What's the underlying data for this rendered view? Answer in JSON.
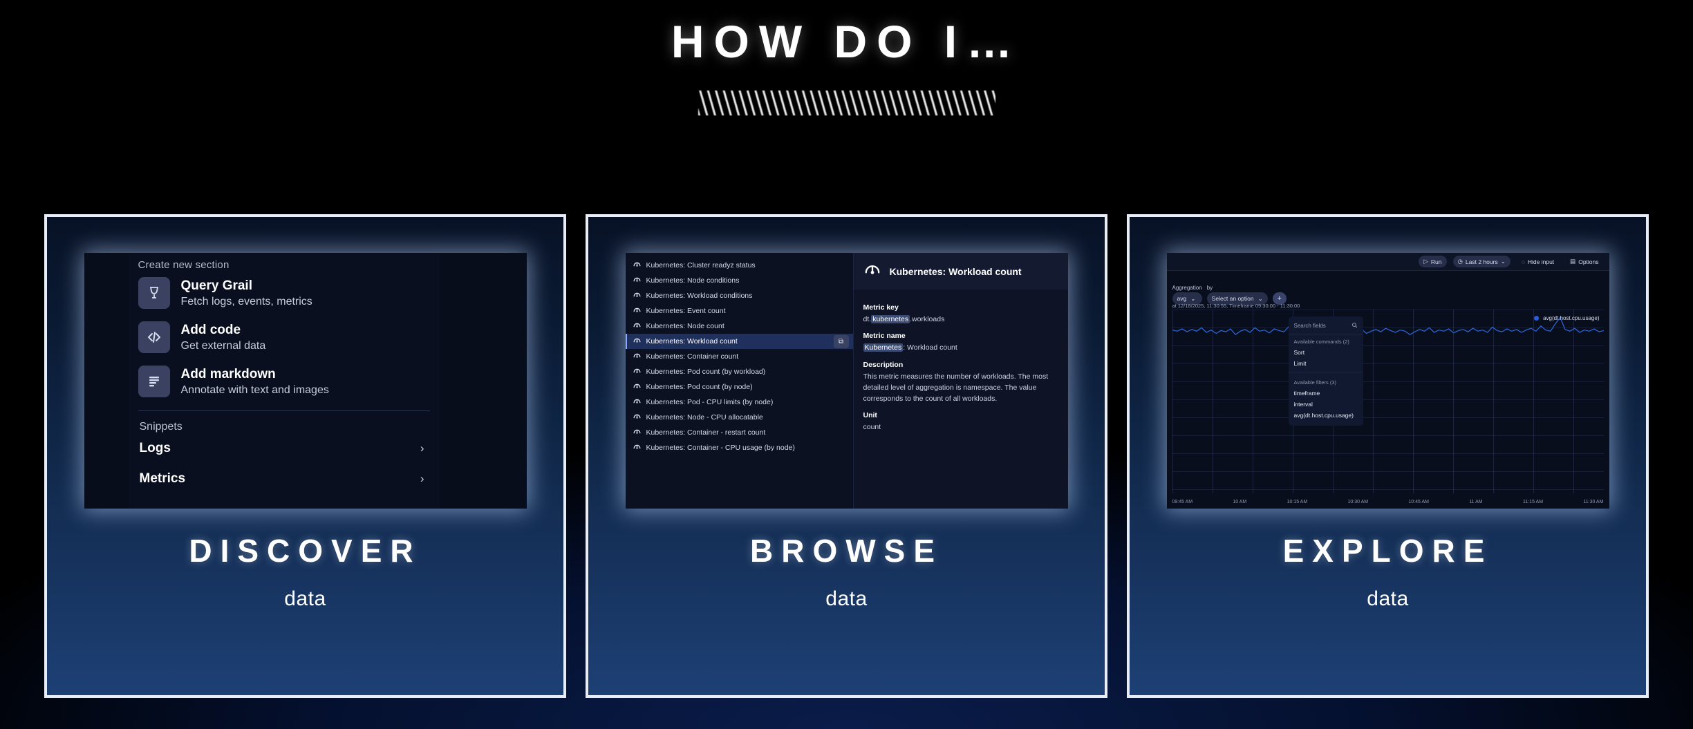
{
  "header": {
    "title": "HOW DO I…"
  },
  "cards": [
    {
      "title": "DISCOVER",
      "subtitle": "data",
      "screenshot": {
        "caption": "Create new section",
        "items": [
          {
            "icon": "grail-icon",
            "title": "Query Grail",
            "subtitle": "Fetch logs, events, metrics"
          },
          {
            "icon": "code-icon",
            "title": "Add code",
            "subtitle": "Get external data"
          },
          {
            "icon": "markdown-icon",
            "title": "Add markdown",
            "subtitle": "Annotate with text and images"
          }
        ],
        "section_label": "Snippets",
        "rows": [
          {
            "label": "Logs",
            "chevron": "›"
          },
          {
            "label": "Metrics",
            "chevron": "›"
          }
        ]
      }
    },
    {
      "title": "BROWSE",
      "subtitle": "data",
      "screenshot": {
        "list": [
          "Kubernetes: Cluster readyz status",
          "Kubernetes: Node conditions",
          "Kubernetes: Workload conditions",
          "Kubernetes: Event count",
          "Kubernetes: Node count",
          "Kubernetes: Workload count",
          "Kubernetes: Container count",
          "Kubernetes: Pod count (by workload)",
          "Kubernetes: Pod count (by node)",
          "Kubernetes: Pod - CPU limits (by node)",
          "Kubernetes: Node - CPU allocatable",
          "Kubernetes: Container - restart count",
          "Kubernetes: Container - CPU usage (by node)"
        ],
        "selected_index": 5,
        "copy_button_glyph": "⧉",
        "detail": {
          "title": "Kubernetes: Workload count",
          "metric_key_label": "Metric key",
          "metric_key_prefix": "dt.",
          "metric_key_highlight": "kubernetes",
          "metric_key_suffix": ".workloads",
          "metric_name_label": "Metric name",
          "metric_name_highlight": "Kubernetes",
          "metric_name_suffix": ": Workload count",
          "description_label": "Description",
          "description": "This metric measures the number of workloads. The most detailed level of aggregation is namespace. The value corresponds to the count of all workloads.",
          "unit_label": "Unit",
          "unit_value": "count"
        }
      }
    },
    {
      "title": "EXPLORE",
      "subtitle": "data",
      "screenshot": {
        "toolbar": [
          {
            "icon": "run-icon",
            "label": "Run"
          },
          {
            "icon": "clock-icon",
            "label": "Last 2 hours",
            "caret": "⌄"
          },
          {
            "icon": "eye-off-icon",
            "label": "Hide input"
          },
          {
            "icon": "options-icon",
            "label": "Options"
          }
        ],
        "controls": {
          "aggregation_label": "Aggregation",
          "by_label": "by",
          "aggregation_value": "avg",
          "by_value": "Select an option",
          "add_glyph": "+"
        },
        "meta": "at 12/18/2025, 11:30:55, Timeframe 09:30:00 - 11:30:00",
        "dropdown": {
          "search_placeholder": "Search fields",
          "search_icon": "search-icon",
          "commands_group": "Available commands (2)",
          "commands": [
            "Sort",
            "Limit"
          ],
          "filters_group": "Available filters (3)",
          "filters": [
            "timeframe",
            "interval",
            "avg(dt.host.cpu.usage)"
          ]
        },
        "legend": "avg(dt.host.cpu.usage)",
        "x_ticks": [
          "09:45 AM",
          "10 AM",
          "10:15 AM",
          "10:30 AM",
          "10:45 AM",
          "11 AM",
          "11:15 AM",
          "11:30 AM"
        ]
      }
    }
  ],
  "chart_data": {
    "type": "line",
    "title": "",
    "xlabel": "",
    "ylabel": "",
    "legend": [
      "avg(dt.host.cpu.usage)"
    ],
    "legend_position": "right",
    "grid": true,
    "x_ticks": [
      "09:45 AM",
      "10 AM",
      "10:15 AM",
      "10:30 AM",
      "10:45 AM",
      "11 AM",
      "11:15 AM",
      "11:30 AM"
    ],
    "ylim": [
      0,
      100
    ],
    "series": [
      {
        "name": "avg(dt.host.cpu.usage)",
        "color": "#2f6ae0",
        "values": [
          72,
          70,
          74,
          69,
          73,
          70,
          76,
          68,
          72,
          66,
          71,
          69,
          74,
          64,
          70,
          73,
          68,
          76,
          70,
          72,
          67,
          74,
          71,
          69,
          78,
          70,
          73,
          68,
          72,
          70,
          75,
          69,
          71,
          66,
          73,
          70,
          77,
          68,
          72,
          74,
          66,
          70,
          73,
          69,
          75,
          71,
          68,
          72,
          70,
          64,
          69,
          73,
          70,
          76,
          68,
          72,
          70,
          74,
          67,
          71,
          73,
          69,
          75,
          70,
          72,
          68,
          77,
          71,
          69,
          74,
          70,
          73,
          68,
          72,
          75,
          70,
          79,
          72,
          70,
          83,
          94,
          73,
          70,
          75,
          68,
          72,
          70,
          74,
          69,
          71
        ]
      }
    ]
  }
}
